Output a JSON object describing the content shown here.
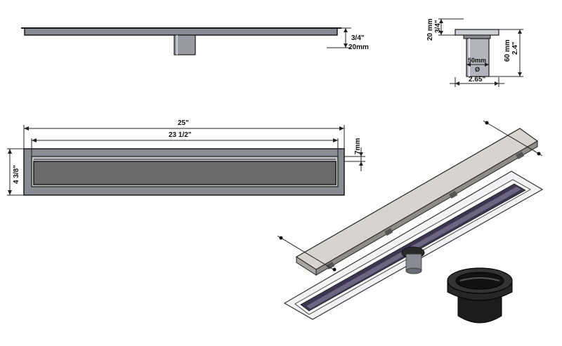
{
  "side_view": {
    "height_inch": "3/4\"",
    "height_mm": "20mm"
  },
  "end_view": {
    "flange_mm": "20 mm",
    "flange_inch": "3/4\"",
    "outlet_height_mm": "60 mm",
    "outlet_height_inch": "2.4\"",
    "outlet_diameter": "50mm",
    "diameter_symbol": "Ø",
    "outlet_width": "2.65\""
  },
  "top_view": {
    "overall_length": "25\"",
    "grate_length": "23 1/2\"",
    "width": "4 3/8\"",
    "gap": "7mm"
  },
  "colors": {
    "frame": "#8a8a92",
    "grate": "#6b6b6b",
    "outline": "#1a1a1a",
    "dim_line": "#222222",
    "steel_light": "#e6e6ea",
    "rubber": "#1c1c1c"
  }
}
